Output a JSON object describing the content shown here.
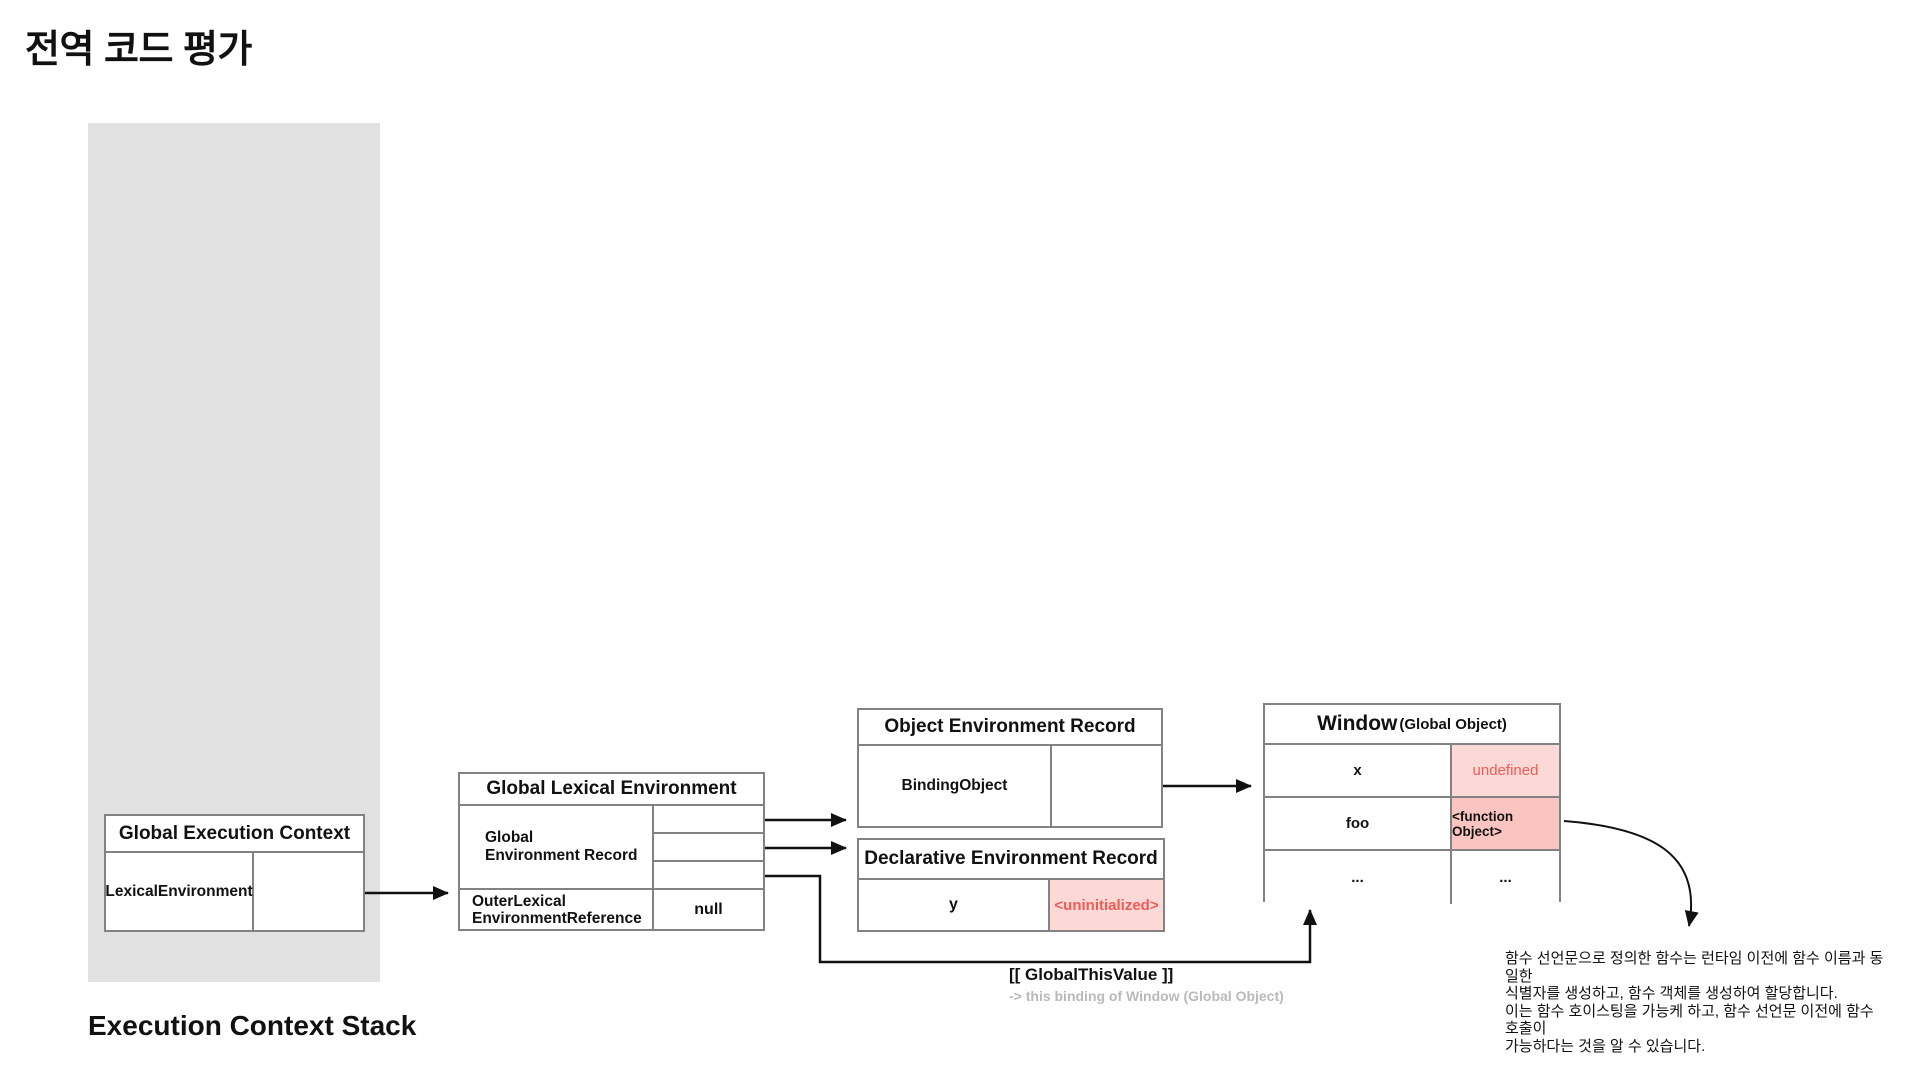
{
  "title": "전역 코드 평가",
  "stack": {
    "label": "Execution Context Stack"
  },
  "gec": {
    "title": "Global Execution Context",
    "row": "LexicalEnvironment"
  },
  "gle": {
    "title": "Global Lexical Environment",
    "record_line1": "Global",
    "record_line2": "Environment Record",
    "outer_line1": "OuterLexical",
    "outer_line2": "EnvironmentReference",
    "outer_value": "null"
  },
  "oer": {
    "title": "Object Environment Record",
    "row": "BindingObject"
  },
  "der": {
    "title": "Declarative Environment Record",
    "key": "y",
    "value": "<uninitialized>"
  },
  "window": {
    "title": "Window",
    "subtitle": "(Global Object)",
    "rows": [
      {
        "key": "x",
        "value": "undefined"
      },
      {
        "key": "foo",
        "value": "<function Object>"
      },
      {
        "key": "...",
        "value": "..."
      }
    ]
  },
  "global_this": {
    "label": "[[ GlobalThisValue ]]",
    "note": "-> this binding of Window (Global Object)"
  },
  "annotation": {
    "line1": "함수 선언문으로 정의한 함수는 런타임 이전에 함수 이름과 동일한",
    "line2": "식별자를 생성하고, 함수 객체를 생성하여 할당합니다.",
    "line3": "이는 함수 호이스팅을 가능케 하고, 함수 선언문 이전에 함수 호출이",
    "line4": "가능하다는 것을 알 수 있습니다."
  },
  "colors": {
    "stack_bg": "#e1e1e1",
    "table_border": "#828282",
    "dot_green": "#68bb6c",
    "pink_light": "#fcd9d6",
    "pink_dark": "#fac5c1",
    "red_text": "#f05b56",
    "note_gray": "#b9b9b9"
  }
}
